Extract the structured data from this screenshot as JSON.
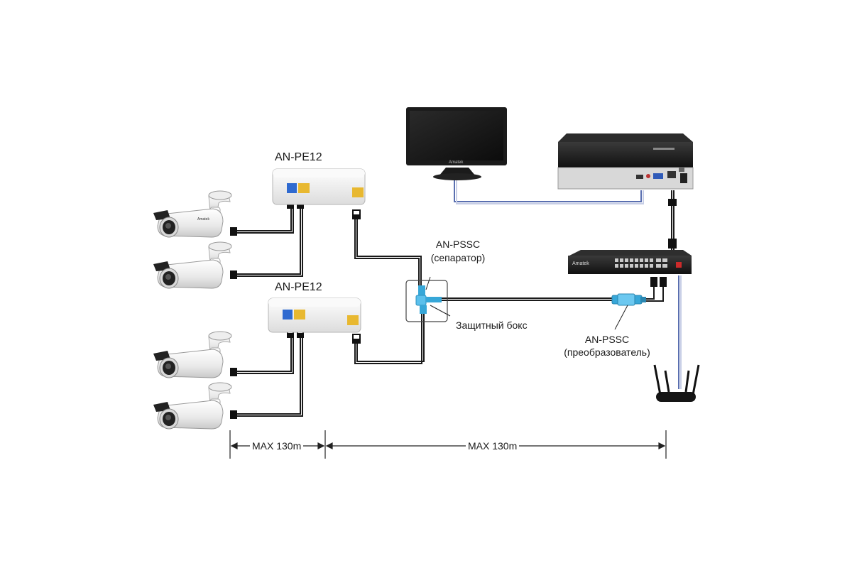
{
  "labels": {
    "pe12_top": "AN-PE12",
    "pe12_bottom": "AN-PE12",
    "pssc_separator_name": "AN-PSSC",
    "pssc_separator_desc": "(сепаратор)",
    "protective_box": "Защитный бокс",
    "pssc_converter_name": "AN-PSSC",
    "pssc_converter_desc": "(преобразователь)",
    "monitor_brand": "Amatek",
    "switch_brand": "Amatek",
    "camera_brand": "Amatek",
    "dim_left": "MAX 130m",
    "dim_right": "MAX 130m"
  },
  "colors": {
    "cable": "#1a1a1a",
    "hdmi_cable": "#5a6fb0",
    "connector_blue": "#37a7d8",
    "device_dark": "#1e1e1e",
    "device_white": "#f2f2f2",
    "port_yellow": "#e8b830",
    "port_blue": "#2f6ad0"
  }
}
